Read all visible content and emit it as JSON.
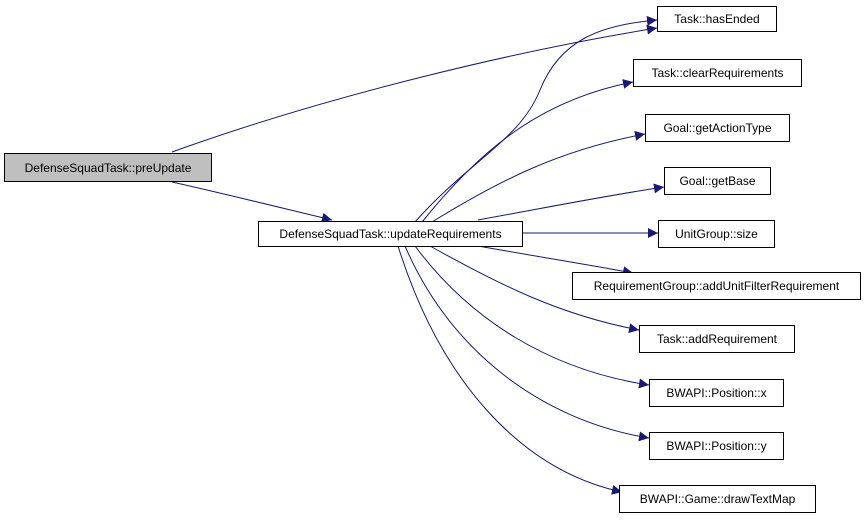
{
  "graph": {
    "root": {
      "label": "DefenseSquadTask::preUpdate"
    },
    "mid": {
      "label": "DefenseSquadTask::updateRequirements"
    },
    "callees": [
      {
        "label": "Task::hasEnded"
      },
      {
        "label": "Task::clearRequirements"
      },
      {
        "label": "Goal::getActionType"
      },
      {
        "label": "Goal::getBase"
      },
      {
        "label": "UnitGroup::size"
      },
      {
        "label": "RequirementGroup::addUnitFilterRequirement"
      },
      {
        "label": "Task::addRequirement"
      },
      {
        "label": "BWAPI::Position::x"
      },
      {
        "label": "BWAPI::Position::y"
      },
      {
        "label": "BWAPI::Game::drawTextMap"
      }
    ],
    "edge_color": "#191970"
  }
}
